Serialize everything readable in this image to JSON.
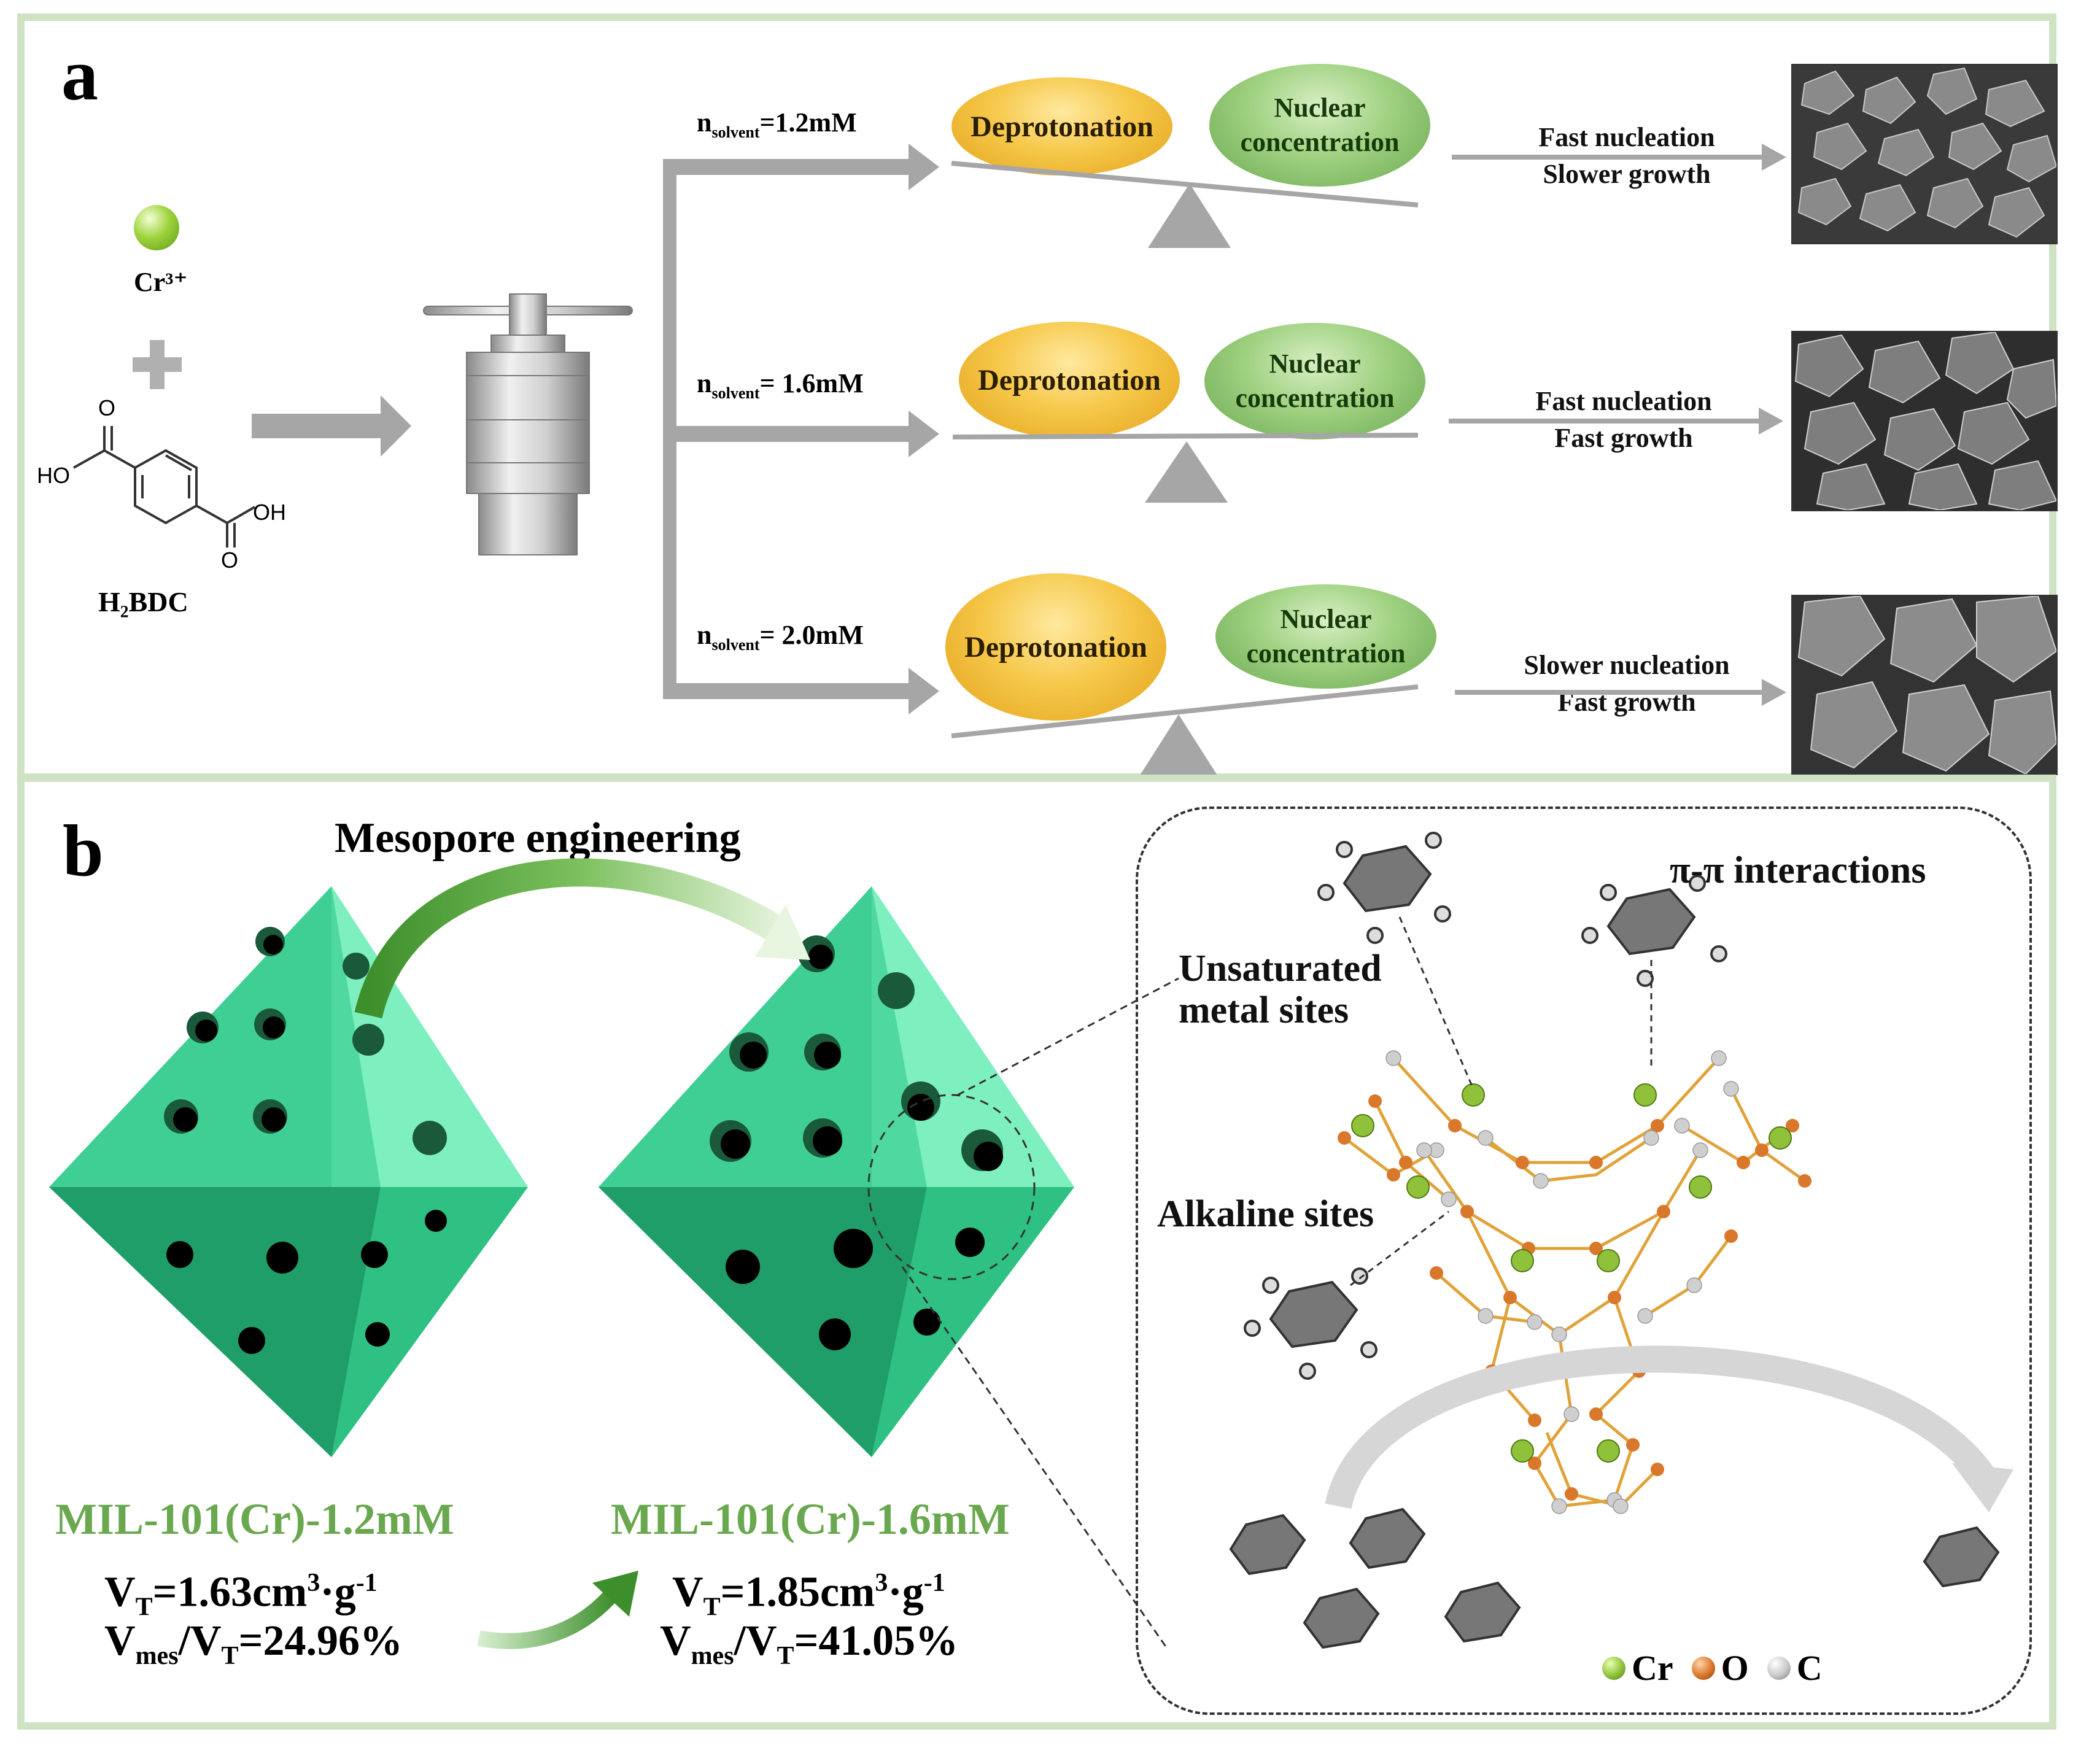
{
  "panel_a": {
    "label": "a",
    "reagents": {
      "metal": "Cr³⁺",
      "plus": "+",
      "linker": "H₂BDC",
      "linker_atoms": {
        "o_top": "O",
        "ho": "HO",
        "oh": "OH",
        "o_bottom": "O"
      }
    },
    "conditions": [
      {
        "n_main": "n",
        "n_sub": "solvent",
        "value": "=1.2mM",
        "left": "Deprotonation",
        "right_line1": "Nuclear",
        "right_line2": "concentration",
        "result_line1": "Fast nucleation",
        "result_line2": "Slower growth"
      },
      {
        "n_main": "n",
        "n_sub": "solvent",
        "value": "= 1.6mM",
        "left": "Deprotonation",
        "right_line1": "Nuclear",
        "right_line2": "concentration",
        "result_line1": "Fast nucleation",
        "result_line2": "Fast growth"
      },
      {
        "n_main": "n",
        "n_sub": "solvent",
        "value": "= 2.0mM",
        "left": "Deprotonation",
        "right_line1": "Nuclear",
        "right_line2": "concentration",
        "result_line1": "Slower nucleation",
        "result_line2": "Fast growth"
      }
    ]
  },
  "panel_b": {
    "label": "b",
    "title": "Mesopore engineering",
    "left": {
      "name": "MIL-101(Cr)-1.2mM",
      "vt_prefix": "V",
      "vt_sub": "T",
      "vt_value": "=1.63cm",
      "vt_sup": "3",
      "vt_unit": "·g",
      "vt_unit_sup": "-1",
      "ratio_v": "V",
      "ratio_sub1": "mes",
      "ratio_mid": "/V",
      "ratio_sub2": "T",
      "ratio_value": "=24.96%"
    },
    "right": {
      "name": "MIL-101(Cr)-1.6mM",
      "vt_prefix": "V",
      "vt_sub": "T",
      "vt_value": "=1.85cm",
      "vt_sup": "3",
      "vt_unit": "·g",
      "vt_unit_sup": "-1",
      "ratio_v": "V",
      "ratio_sub1": "mes",
      "ratio_mid": "/V",
      "ratio_sub2": "T",
      "ratio_value": "=41.05%"
    },
    "annotations": {
      "pi": "π-π interactions",
      "unsat_line1": "Unsaturated",
      "unsat_line2": "metal sites",
      "alkaline": "Alkaline sites"
    },
    "legend": [
      {
        "label": "Cr",
        "color": "#8fc23a"
      },
      {
        "label": "O",
        "color": "#d9772a"
      },
      {
        "label": "C",
        "color": "#c8c8c8"
      }
    ]
  },
  "colors": {
    "frame": "#cfe3c4",
    "octahedron": "#3fc98f",
    "arrow_gray": "#a6a6a6",
    "label_green": "#6aa84f"
  }
}
